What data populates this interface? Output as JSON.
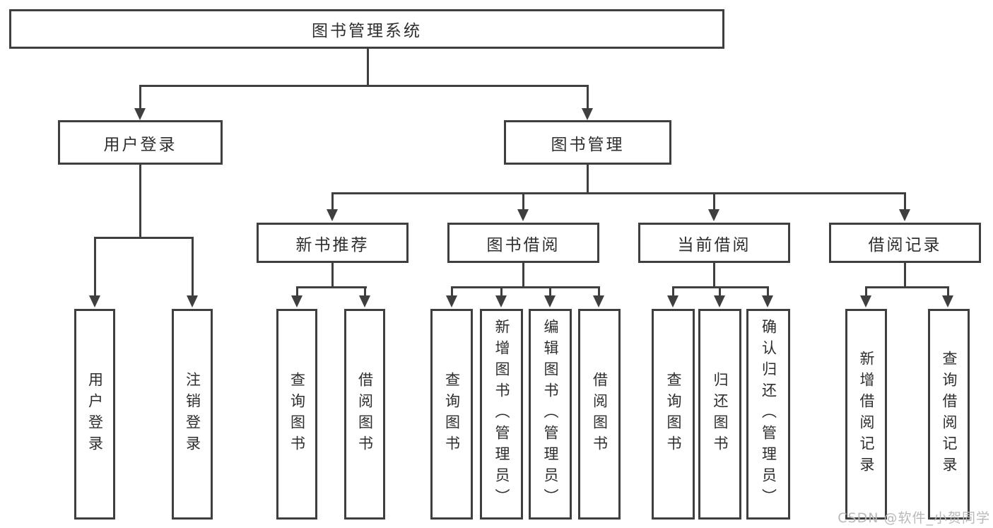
{
  "colors": {
    "line": "#3f3f3f",
    "text": "#2e2e2e",
    "background": "#ffffff",
    "watermark": "#b9b9b9"
  },
  "diagram": {
    "type": "tree",
    "root": {
      "label": "图书管理系统"
    },
    "level1": [
      {
        "label": "用户登录"
      },
      {
        "label": "图书管理"
      }
    ],
    "level2": [
      {
        "label": "新书推荐",
        "parent": "图书管理"
      },
      {
        "label": "图书借阅",
        "parent": "图书管理"
      },
      {
        "label": "当前借阅",
        "parent": "图书管理"
      },
      {
        "label": "借阅记录",
        "parent": "图书管理"
      }
    ],
    "leaves": [
      {
        "label": "用户登录",
        "parent": "用户登录"
      },
      {
        "label": "注销登录",
        "parent": "用户登录"
      },
      {
        "label": "查询图书",
        "parent": "新书推荐"
      },
      {
        "label": "借阅图书",
        "parent": "新书推荐"
      },
      {
        "label": "查询图书",
        "parent": "图书借阅"
      },
      {
        "label": "新增图书（管理员）",
        "parent": "图书借阅"
      },
      {
        "label": "编辑图书（管理员）",
        "parent": "图书借阅"
      },
      {
        "label": "借阅图书",
        "parent": "图书借阅"
      },
      {
        "label": "查询图书",
        "parent": "当前借阅"
      },
      {
        "label": "归还图书",
        "parent": "当前借阅"
      },
      {
        "label": "确认归还（管理员）",
        "parent": "当前借阅"
      },
      {
        "label": "新增借阅记录",
        "parent": "借阅记录"
      },
      {
        "label": "查询借阅记录",
        "parent": "借阅记录"
      }
    ]
  },
  "watermark": {
    "text": "CSDN @软件_小贺同学"
  }
}
